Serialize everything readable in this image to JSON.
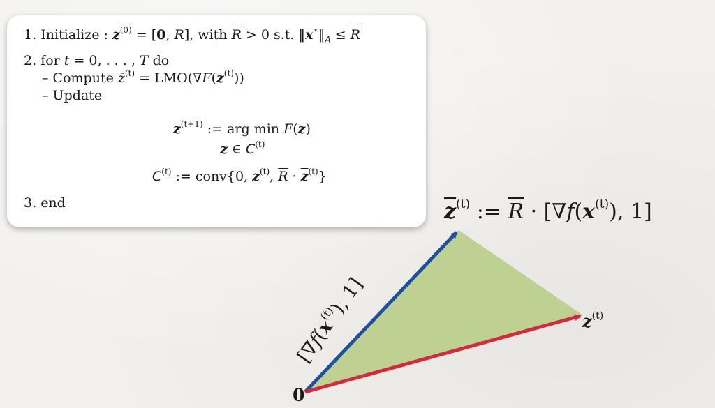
{
  "algorithm": {
    "step1": {
      "number": "1.",
      "text_a": "Initialize :",
      "z": "z",
      "sup0": "(0)",
      "eq": " = [",
      "zero": "0",
      "comma": ", ",
      "Rbar": "R",
      "close": "], with ",
      "Rbar2": "R",
      "gt0": " > 0 s.t. ‖",
      "x": "x",
      "star": "⋆",
      "norm_close": "‖",
      "A": "A",
      "leq": " ≤ ",
      "Rbar3": "R"
    },
    "step2": {
      "number": "2.",
      "for": "for ",
      "t": "t",
      "range": " = 0, . . . , ",
      "T": "T",
      "do": " do"
    },
    "step2a": {
      "dash": "–",
      "text": "Compute ",
      "zbar": "z̄",
      "sup": "(t)",
      "eq": " = LMO(∇",
      "F": "F",
      "lp": "(",
      "z": "z",
      "zsup": "(t)",
      "rp": "))"
    },
    "step2b": {
      "dash": "–",
      "text": "Update"
    },
    "eq1": {
      "z": "z",
      "sup": "(t+1)",
      "assign": " := arg min  ",
      "F": "F",
      "arg": "(",
      "z2": "z",
      "close": ")"
    },
    "eq2": {
      "z": "z",
      "in": " ∈ ",
      "C": "C",
      "sup": "(t)"
    },
    "eq3": {
      "C": "C",
      "sup": "(t)",
      "assign": " := conv{0, ",
      "z": "z",
      "zsup": "(t)",
      "comma": ", ",
      "Rbar": "R",
      "dot": " · ",
      "zbar": "z",
      "zbarsup": "(t)",
      "close": "}"
    },
    "step3": {
      "number": "3.",
      "text": "end"
    }
  },
  "diagram": {
    "zbar_label": {
      "zbar": "z",
      "sup": "(t)",
      "assign": " := ",
      "Rbar": "R",
      "dot": " · [∇",
      "f": "f",
      "lp": "(",
      "x": "x",
      "xsup": "(t)",
      "rp": "), 1]"
    },
    "z_label": {
      "z": "z",
      "sup": "(t)"
    },
    "origin_label": "0",
    "grad_label": {
      "open": "[∇",
      "f": "f",
      "lp": "(",
      "x": "x",
      "xsup": "(t)",
      "rp": "), 1]"
    },
    "colors": {
      "triangle_fill": "#b5cd84",
      "blue_arrow": "#1f4fa0",
      "red_arrow": "#d42a3c"
    }
  }
}
